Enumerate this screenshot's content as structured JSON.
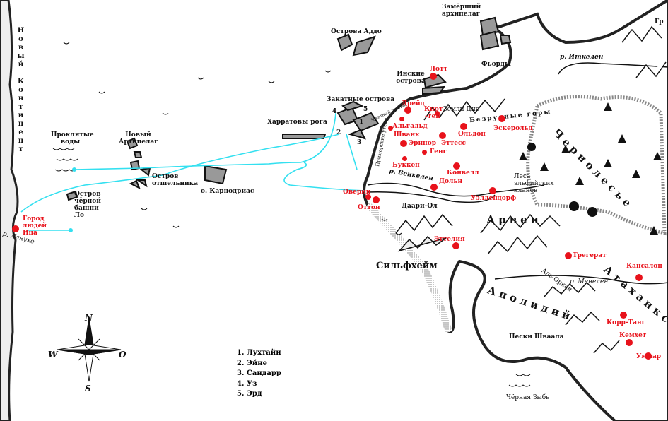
{
  "title_regions": {
    "new_continent": "Новый Континент",
    "cursed_waters": "Проклятые воды",
    "new_archipelago": "Новый Архипелаг",
    "hermit_island": "Остров отшельника",
    "karnodrias": "о. Карнодриас",
    "black_tower_island": "Остров чёрной башни Ло",
    "harrat_horns": "Харратовы рога",
    "sunset_islands": "Закатные острова",
    "addo_islands": "Острова Аддо",
    "frozen_archipelago": "Замёрший архипелаг",
    "fjords": "Фьорды",
    "itkelen_river": "р. Иткелен",
    "gr": "Гр",
    "insk_islands": "Инские острова",
    "dis_lands": "Земли Дис",
    "oreless_mountains": "Безрудные горы",
    "elf_forests": "Леса эльфийских кланов",
    "venkelen_river": "р. Венкелен",
    "daari_ol": "Даари-Ол",
    "arvei": "Арвеи",
    "silfheim": "Сильфхейм",
    "apolidiy": "Аполидий",
    "al_orkan": "Аль-Оркан",
    "shvaala_sands": "Пески Шваала",
    "black_quagmire": "Чёрная Зыбь",
    "atahankst": "Атаханкст",
    "chernolesye": "Чернолесье",
    "menelen_river": "р. Менелен",
    "lanuho_river": "р. Ланухо",
    "coastal_cliffs": "Приморские утёсы",
    "sunset_strait": "Закатный пролив"
  },
  "cities": {
    "lott": "Лотт",
    "dreyd": "Дрейд",
    "kiot_ten": "Киот -тен",
    "algald": "Альгальд",
    "shvank": "Шванк",
    "erinor": "Эринор",
    "geng": "Генг",
    "bukken": "Буккен",
    "oldon": "Ольдон",
    "ettess": "Эттесс",
    "eskerold": "Эскерольд",
    "konvell": "Конвелл",
    "doln": "Дольн",
    "uellendorf": "Уэллендорф",
    "overin": "Оверин",
    "otton": "Оттон",
    "ica": "Город людей Ица",
    "ettelia": "Эттелия",
    "tregerat": "Трегерат",
    "kansalon": "Кансалон",
    "korr_tang": "Корр-Танг",
    "kemhet": "Кемхет",
    "ummar": "Уммар"
  },
  "island_numbers": [
    "1",
    "2",
    "3",
    "4",
    "5"
  ],
  "legend": [
    "1. Лухтайн",
    "2. Эйне",
    "3. Сандарр",
    "4. Уз",
    "5. Эрд"
  ],
  "compass": {
    "n": "N",
    "s": "S",
    "w": "W",
    "e": "O"
  },
  "colors": {
    "city": "#e8121b",
    "route": "#33e0f0",
    "ink": "#111111"
  }
}
